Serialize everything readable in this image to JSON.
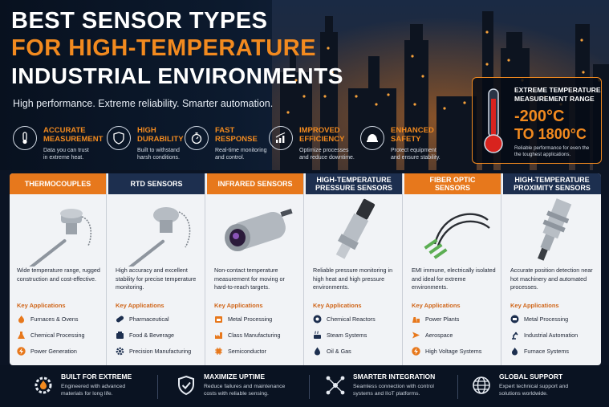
{
  "hero": {
    "title_line1": "BEST SENSOR TYPES",
    "title_line2": "FOR HIGH-TEMPERATURE",
    "title_line3": "INDUSTRIAL ENVIRONMENTS",
    "tagline": "High performance. Extreme reliability. Smarter automation."
  },
  "features": [
    {
      "title_l1": "ACCURATE",
      "title_l2": "MEASUREMENT",
      "desc_l1": "Data you can trust",
      "desc_l2": "in extreme heat.",
      "icon": "thermometer-icon"
    },
    {
      "title_l1": "HIGH",
      "title_l2": "DURABILITY",
      "desc_l1": "Built to withstand",
      "desc_l2": "harsh conditions.",
      "icon": "shield-icon"
    },
    {
      "title_l1": "FAST",
      "title_l2": "RESPONSE",
      "desc_l1": "Real-time monitoring",
      "desc_l2": "and control.",
      "icon": "stopwatch-icon"
    },
    {
      "title_l1": "IMPROVED",
      "title_l2": "EFFICIENCY",
      "desc_l1": "Optimize processes",
      "desc_l2": "and reduce downtime.",
      "icon": "growth-chart-icon"
    },
    {
      "title_l1": "ENHANCED",
      "title_l2": "SAFETY",
      "desc_l1": "Protect equipment",
      "desc_l2": "and ensure stability.",
      "icon": "hard-hat-icon"
    }
  ],
  "range": {
    "label_l1": "EXTREME TEMPERATURE",
    "label_l2": "MEASUREMENT RANGE",
    "value_low": "-200°C",
    "value_high": "TO 1800°C",
    "note_l1": "Reliable performance for even the",
    "note_l2": "the toughest applications."
  },
  "key_apps_label": "Key Applications",
  "sensors": [
    {
      "title": "THERMOCOUPLES",
      "title_l2": "",
      "color": "orange",
      "desc": "Wide temperature range, rugged construction and cost-effective.",
      "apps": [
        {
          "label": "Furnaces & Ovens",
          "icon": "flame-icon"
        },
        {
          "label": "Chemical Processing",
          "icon": "flask-icon"
        },
        {
          "label": "Power Generation",
          "icon": "lightning-icon"
        }
      ]
    },
    {
      "title": "RTD SENSORS",
      "title_l2": "",
      "color": "navy",
      "desc": "High accuracy and excellent stability for precise temperature monitoring.",
      "apps": [
        {
          "label": "Pharmaceutical",
          "icon": "capsule-icon"
        },
        {
          "label": "Food & Beverage",
          "icon": "food-icon"
        },
        {
          "label": "Precision Manufacturing",
          "icon": "gear-icon"
        }
      ]
    },
    {
      "title": "INFRARED SENSORS",
      "title_l2": "",
      "color": "orange",
      "desc": "Non-contact temperature measurement for moving or hard-to-reach targets.",
      "apps": [
        {
          "label": "Metal Processing",
          "icon": "furnace-icon"
        },
        {
          "label": "Class Manufacturing",
          "icon": "factory-icon"
        },
        {
          "label": "Semiconductor",
          "icon": "chip-icon"
        }
      ]
    },
    {
      "title": "HIGH-TEMPERATURE",
      "title_l2": "PRESSURE SENSORS",
      "color": "navy",
      "desc": "Reliable pressure monitoring in high heat and high pressure environments.",
      "apps": [
        {
          "label": "Chemical Reactors",
          "icon": "reactor-icon"
        },
        {
          "label": "Steam Systems",
          "icon": "steam-icon"
        },
        {
          "label": "Oil & Gas",
          "icon": "oil-drop-icon"
        }
      ]
    },
    {
      "title": "FIBER OPTIC",
      "title_l2": "SENSORS",
      "color": "orange",
      "desc": "EMI immune, electrically isolated and ideal for extreme environments.",
      "apps": [
        {
          "label": "Power Plants",
          "icon": "power-plant-icon"
        },
        {
          "label": "Aerospace",
          "icon": "airplane-icon"
        },
        {
          "label": "High Voltage Systems",
          "icon": "lightning-icon"
        }
      ]
    },
    {
      "title": "HIGH-TEMPERATURE",
      "title_l2": "PROXIMITY SENSORS",
      "color": "navy",
      "desc": "Accurate position detection near hot machinery and automated processes.",
      "apps": [
        {
          "label": "Metal Processing",
          "icon": "furnace-icon"
        },
        {
          "label": "Industrial Automation",
          "icon": "robot-arm-icon"
        },
        {
          "label": "Furnace Systems",
          "icon": "flame-icon"
        }
      ]
    }
  ],
  "footer": [
    {
      "title": "BUILT FOR EXTREME",
      "desc_l1": "Engineered with advanced",
      "desc_l2": "materials for long life.",
      "icon": "gear-flame-icon"
    },
    {
      "title": "MAXIMIZE UPTIME",
      "desc_l1": "Reduce failures and maintenance",
      "desc_l2": "costs with reliable sensing.",
      "icon": "shield-check-icon"
    },
    {
      "title": "SMARTER INTEGRATION",
      "desc_l1": "Seamless connection with control",
      "desc_l2": "systems and IIoT platforms.",
      "icon": "network-icon"
    },
    {
      "title": "GLOBAL SUPPORT",
      "desc_l1": "Expert technical support and",
      "desc_l2": "solutions worldwide.",
      "icon": "globe-icon"
    }
  ],
  "colors": {
    "accent": "#f28a1f",
    "header_orange": "#e7781c",
    "header_navy": "#1d2f4f",
    "background": "#0b1424"
  }
}
